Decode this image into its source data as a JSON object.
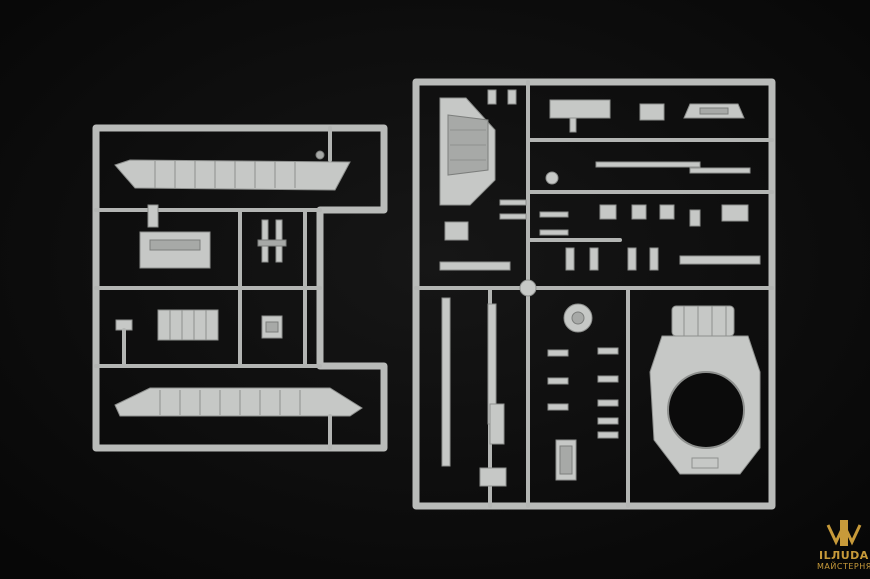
{
  "image": {
    "subject": "plastic model kit sprues on black background",
    "colors": {
      "background": "#0b0b0b",
      "plastic": "#c6c8c6",
      "logo_gold": "#c79a3a"
    }
  },
  "watermark": {
    "line1": "ILЛUDA",
    "line2": "МАЙСТЕРНЯ"
  }
}
